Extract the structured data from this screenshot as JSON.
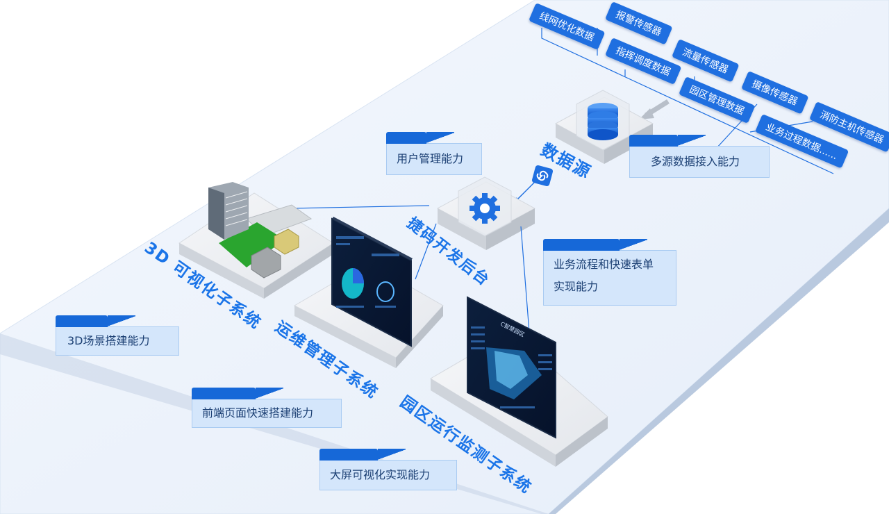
{
  "data_sources": {
    "tags": [
      "线网优化数据",
      "报警传感器",
      "指挥调度数据",
      "流量传感器",
      "园区管理数据",
      "摄像传感器",
      "消防主机传感器",
      "业务过程数据......"
    ],
    "center_label": "数据源",
    "capability": "多源数据接入能力"
  },
  "dev_backend": {
    "title": "捷码开发后台",
    "capabilities": [
      "用户管理能力",
      "业务流程和快速表单",
      "实现能力"
    ]
  },
  "subsystems": [
    {
      "title": "3D 可视化子系统",
      "capability": "3D场景搭建能力"
    },
    {
      "title": "运维管理子系统",
      "capability": "前端页面快速搭建能力"
    },
    {
      "title": "园区运行监测子系统",
      "capability": "大屏可视化实现能力"
    }
  ],
  "screen_text": "C智慧园区",
  "colors": {
    "accent": "#1a74e8",
    "tag": "#1f6fe0",
    "card": "#d4e6fb",
    "platform": "#eef4fc"
  }
}
